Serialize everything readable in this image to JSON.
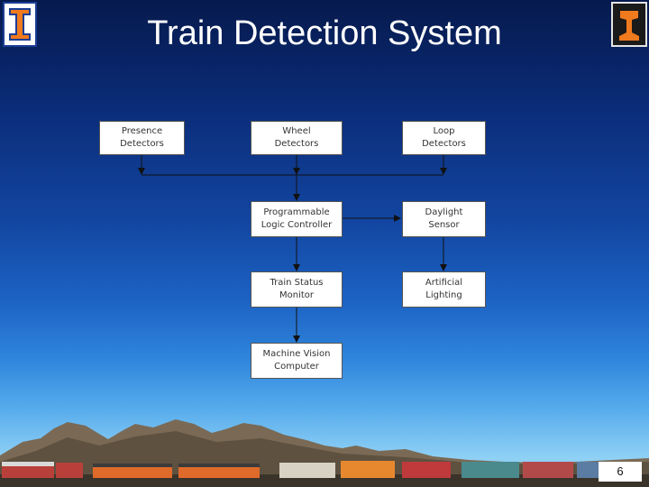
{
  "slide": {
    "title": "Train Detection System",
    "page_number": "6",
    "background_gradient": [
      "#061a4d",
      "#1245a0",
      "#2f86dc",
      "#8fd0f5"
    ],
    "left_logo_icon": "illinois-block-i-icon",
    "right_logo_icon": "rail-cross-section-icon"
  },
  "diagram": {
    "nodes": {
      "presence_detectors": "Presence\nDetectors",
      "wheel_detectors": "Wheel\nDetectors",
      "loop_detectors": "Loop\nDetectors",
      "plc": "Programmable\nLogic Controller",
      "daylight_sensor": "Daylight\nSensor",
      "train_status_monitor": "Train Status\nMonitor",
      "artificial_lighting": "Artificial\nLighting",
      "machine_vision_computer": "Machine Vision\nComputer"
    },
    "edges": [
      [
        "presence_detectors",
        "plc"
      ],
      [
        "wheel_detectors",
        "plc"
      ],
      [
        "loop_detectors",
        "plc"
      ],
      [
        "plc",
        "daylight_sensor"
      ],
      [
        "plc",
        "train_status_monitor"
      ],
      [
        "daylight_sensor",
        "artificial_lighting"
      ],
      [
        "train_status_monitor",
        "machine_vision_computer"
      ]
    ]
  }
}
